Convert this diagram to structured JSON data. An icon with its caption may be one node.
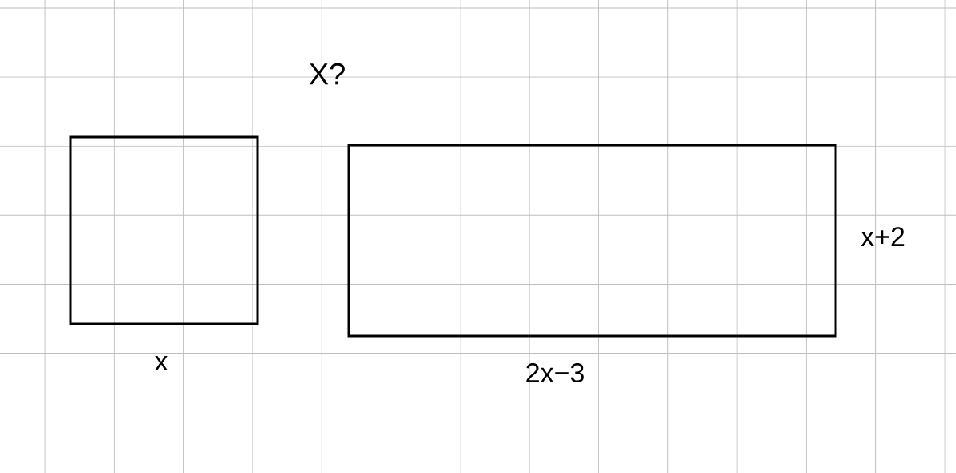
{
  "diagram": {
    "nodes": [
      {
        "text": [],
        "shape": "box",
        "beside": [
          "x"
        ]
      },
      {
        "text": [],
        "shape": "box",
        "beside": [
          "2x−3",
          "x+2"
        ]
      }
    ],
    "labels": [
      "X?"
    ]
  }
}
